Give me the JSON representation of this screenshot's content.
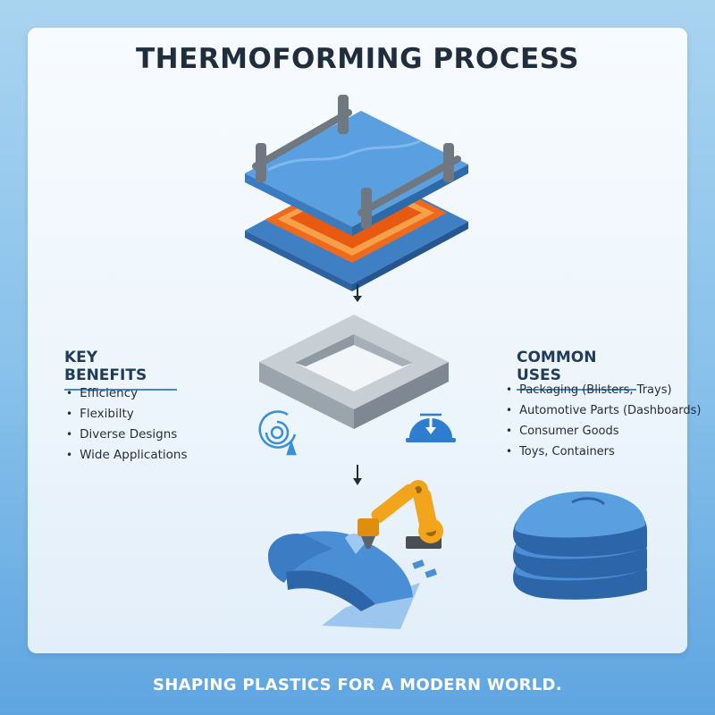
{
  "title": "THERMOFORMING PROCESS",
  "key_benefits": {
    "heading": "KEY BENEFITS",
    "items": [
      "Efficiency",
      "Flexibilty",
      "Diverse Designs",
      "Wide Applications"
    ]
  },
  "common_uses": {
    "heading": "COMMON USES",
    "items": [
      "Packaging (Blisters, Trays)",
      "Automotive Parts (Dashboards)",
      "Consumer Goods",
      "Toys, Containers"
    ]
  },
  "footer": "SHAPING PLASTICS FOR A MODERN WORLD.",
  "colors": {
    "accent_blue": "#4a88c8",
    "heater_orange": "#f06a1e",
    "robot_yellow": "#f2a51c",
    "mold_grey": "#9aa4ad"
  },
  "icons": [
    "heating-press-illustration",
    "down-arrow-icon",
    "mold-frame-illustration",
    "spiral-heat-icon",
    "cooling-dome-icon",
    "robot-arm-illustration",
    "formed-part-illustration",
    "stacked-parts-illustration"
  ]
}
